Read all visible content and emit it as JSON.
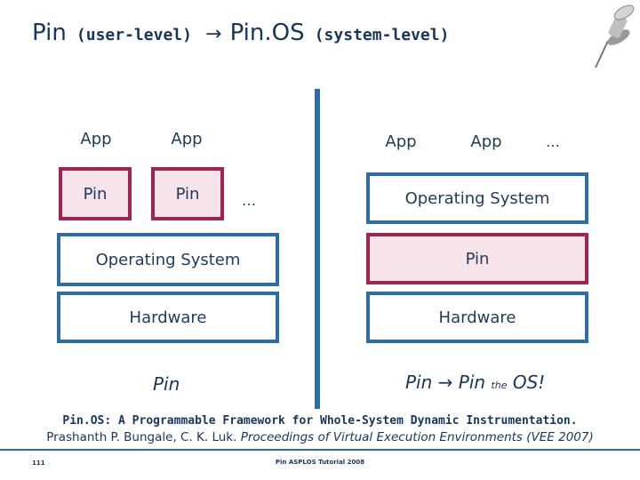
{
  "title": {
    "part1": "Pin",
    "part2": "(user-level)",
    "arrow": "→",
    "part3": "Pin.OS",
    "part4": "(system-level)"
  },
  "left": {
    "app1": "App",
    "app2": "App",
    "pin1": "Pin",
    "pin2": "Pin",
    "ellipsis": "…",
    "os": "Operating System",
    "hardware": "Hardware",
    "caption": "Pin"
  },
  "right": {
    "app1": "App",
    "app2": "App",
    "ellipsis": "…",
    "os": "Operating System",
    "pin": "Pin",
    "hardware": "Hardware",
    "caption_a": "Pin",
    "caption_arrow": "→",
    "caption_b": "Pin",
    "caption_the": "the",
    "caption_c": "OS!"
  },
  "citation": {
    "line1": "Pin.OS: A Programmable Framework for Whole-System Dynamic Instrumentation.",
    "line2_authors": "Prashanth P. Bungale, C. K. Luk.",
    "line2_venue": "Proceedings of Virtual Execution Environments (VEE 2007)"
  },
  "footer": {
    "page": "111",
    "center": "Pin ASPLOS Tutorial 2008"
  },
  "colors": {
    "blue_border": "#2e6da4",
    "pin_border": "#a0244d",
    "pin_fill": "#f7e3ea",
    "text": "#1e3a5f"
  }
}
